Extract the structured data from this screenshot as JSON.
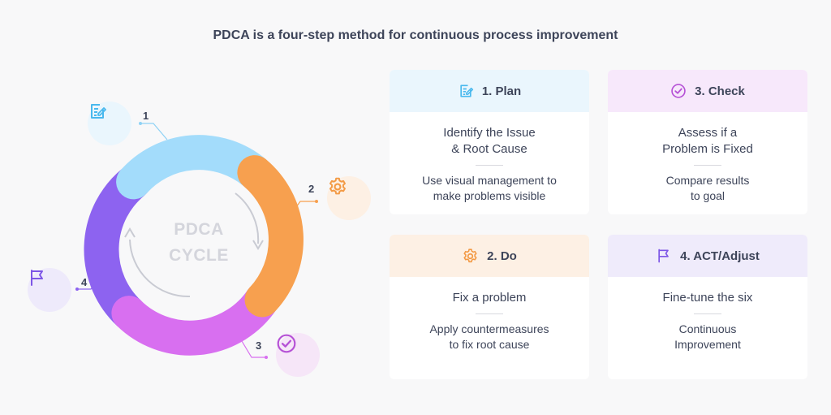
{
  "title": "PDCA is a four-step method for continuous process improvement",
  "cycle": {
    "center_line1": "PDCA",
    "center_line2": "CYCLE",
    "steps": [
      {
        "num": "1",
        "icon": "edit-note-icon",
        "color": "#a3dcfb",
        "icon_color": "#4ab9ee",
        "bg": "#eaf6fd"
      },
      {
        "num": "2",
        "icon": "gear-icon",
        "color": "#f7a04f",
        "icon_color": "#f39a45",
        "bg": "#fdf0e4"
      },
      {
        "num": "3",
        "icon": "check-circle-icon",
        "color": "#d86ff0",
        "icon_color": "#b652d6",
        "bg": "#f6e6f8"
      },
      {
        "num": "4",
        "icon": "flag-icon",
        "color": "#8d63f0",
        "icon_color": "#7d56e6",
        "bg": "#eeeafb"
      }
    ]
  },
  "cards": {
    "plan": {
      "title": "1. Plan",
      "main_line1": "Identify the Issue",
      "main_line2": "& Root Cause",
      "sub_line1": "Use visual management to",
      "sub_line2": "make problems visible",
      "header_bg": "#eaf6fd"
    },
    "do": {
      "title": "2. Do",
      "main_line1": "Fix a problem",
      "sub_line1": "Apply countermeasures",
      "sub_line2": "to fix root cause",
      "header_bg": "#fdf0e4"
    },
    "check": {
      "title": "3. Check",
      "main_line1": "Assess if a",
      "main_line2": "Problem is Fixed",
      "sub_line1": "Compare results",
      "sub_line2": "to goal",
      "header_bg": "#f7e8fb"
    },
    "act": {
      "title": "4. ACT/Adjust",
      "main_line1": "Fine-tune the six",
      "sub_line1": "Continuous",
      "sub_line2": "Improvement",
      "header_bg": "#efebfb"
    }
  }
}
